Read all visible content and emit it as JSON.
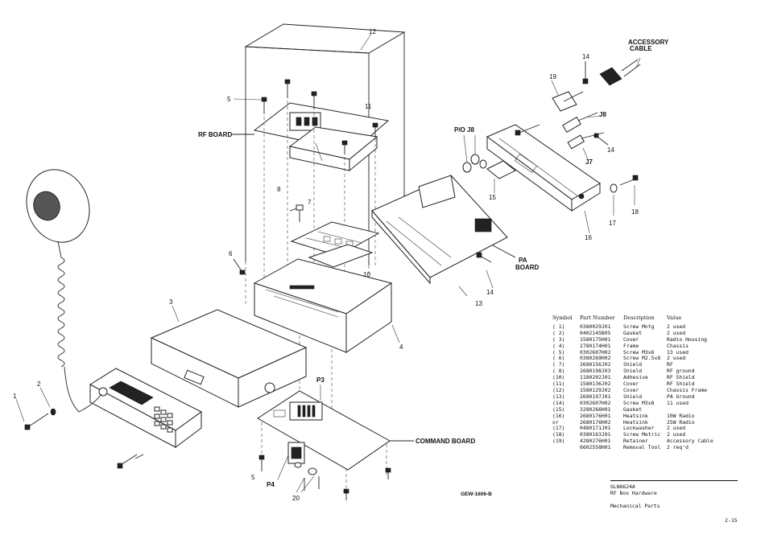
{
  "figure_code": "GEW-1606-B",
  "callouts": {
    "c1": "1",
    "c2": "2",
    "c3": "3",
    "c4": "4",
    "c5a": "5",
    "c5b": "5",
    "c6": "6",
    "c7": "7",
    "c8": "8",
    "c10": "10",
    "c11": "11",
    "c12": "12",
    "c13": "13",
    "c14a": "14",
    "c14b": "14",
    "c14c": "14",
    "c15": "15",
    "c16": "16",
    "c17": "17",
    "c18": "18",
    "c19": "19",
    "c20": "20"
  },
  "labels": {
    "rf_board": "RF BOARD",
    "pa_board_1": "PA",
    "pa_board_2": "BOARD",
    "command_board": "COMMAND BOARD",
    "accessory_cable_1": "ACCESSORY",
    "accessory_cable_2": "CABLE",
    "po_j8": "P/O J8",
    "j7": "J7",
    "j8": "J8",
    "p3": "P3",
    "p4": "P4"
  },
  "parts_table": {
    "headers": [
      "Symbol",
      "Part Number",
      "Description",
      "Value"
    ],
    "rows": [
      [
        "( 1)",
        "0380029J01",
        "Screw Mntg",
        "2 used"
      ],
      [
        "( 2)",
        "0402145B05",
        "Gasket",
        "2 used"
      ],
      [
        "( 3)",
        "1580175H01",
        "Cover",
        "Radio Housing"
      ],
      [
        "( 4)",
        "2780174H01",
        "Frame",
        "Chassis"
      ],
      [
        "( 5)",
        "0302607H02",
        "Screw M3x6",
        "13 used"
      ],
      [
        "( 6)",
        "0380269H02",
        "Screw M2.5x8",
        "2 used"
      ],
      [
        "( 7)",
        "2680156J02",
        "Shield",
        "RF"
      ],
      [
        "( 8)",
        "2680198J03",
        "Shield",
        "RF ground"
      ],
      [
        "(10)",
        "1180202J01",
        "Adhesive",
        "RF Shield"
      ],
      [
        "(11)",
        "1580136J02",
        "Cover",
        "RF Shield"
      ],
      [
        "(12)",
        "1580129J02",
        "Cover",
        "Chassis Frame"
      ],
      [
        "(13)",
        "2680197J01",
        "Shield",
        "PA Ground"
      ],
      [
        "(14)",
        "0302607H02",
        "Screw M3x8",
        "11 used"
      ],
      [
        "(15)",
        "3280266H01",
        "Gasket",
        ""
      ],
      [
        "(16)",
        "2680176H01",
        "Heatsink",
        "10W Radio"
      ],
      [
        " or",
        "2680176H02",
        "Heatsink",
        "25W Radio"
      ],
      [
        "(17)",
        "0480171J01",
        "Lockwasher",
        "2 used"
      ],
      [
        "(18)",
        "0380163J01",
        "Screw Metric",
        "2 used"
      ],
      [
        "(19)",
        "4280276H01",
        "Retainer",
        "Accessory Cable"
      ],
      [
        "",
        "6602558H01",
        "Removal Tool",
        "2 req'd"
      ]
    ]
  },
  "title_block": {
    "line1": "GLN6624A",
    "line2": "RF Box Hardware",
    "line3": "Mechanical Parts"
  },
  "page_number": "2-15"
}
